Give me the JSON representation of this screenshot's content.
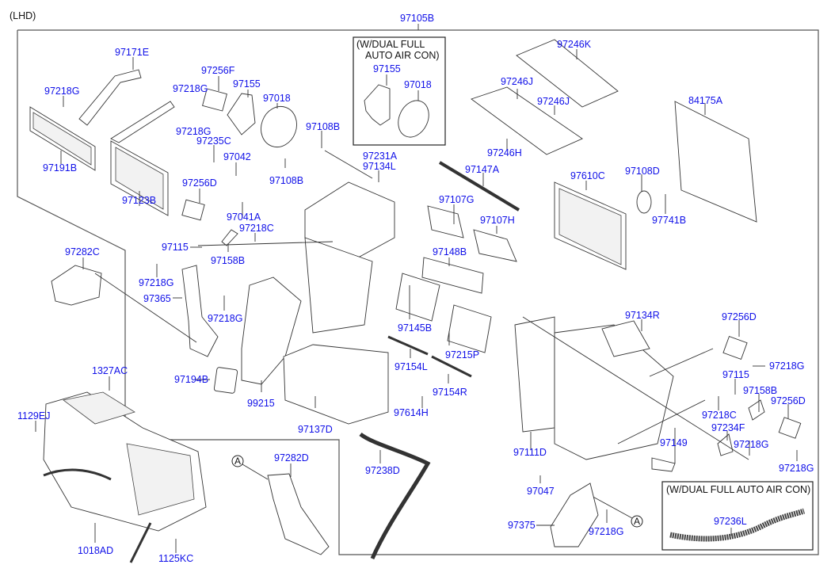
{
  "title": "(LHD)",
  "assembly_label": "97105B",
  "inset_top": {
    "note_line1": "(W/DUAL FULL",
    "note_line2": "AUTO AIR CON)",
    "parts": [
      "97155",
      "97018"
    ]
  },
  "inset_bottom": {
    "note": "(W/DUAL FULL AUTO AIR CON)",
    "parts": [
      "97236L"
    ]
  },
  "reference_marker": "A",
  "parts": [
    {
      "id": "p1",
      "label": "97171E"
    },
    {
      "id": "p2",
      "label": "97218G"
    },
    {
      "id": "p3",
      "label": "97191B"
    },
    {
      "id": "p4",
      "label": "97218G"
    },
    {
      "id": "p5",
      "label": "97256F"
    },
    {
      "id": "p6",
      "label": "97155"
    },
    {
      "id": "p7",
      "label": "97018"
    },
    {
      "id": "p8",
      "label": "97218G"
    },
    {
      "id": "p9",
      "label": "97235C"
    },
    {
      "id": "p10",
      "label": "97042"
    },
    {
      "id": "p11",
      "label": "97108B"
    },
    {
      "id": "p12",
      "label": "97108B"
    },
    {
      "id": "p13",
      "label": "97123B"
    },
    {
      "id": "p14",
      "label": "97256D"
    },
    {
      "id": "p15",
      "label": "97041A"
    },
    {
      "id": "p16",
      "label": "97218C"
    },
    {
      "id": "p17",
      "label": "97115"
    },
    {
      "id": "p18",
      "label": "97158B"
    },
    {
      "id": "p19",
      "label": "97231A"
    },
    {
      "id": "p20",
      "label": "97134L"
    },
    {
      "id": "p21",
      "label": "97282C"
    },
    {
      "id": "p22",
      "label": "97218G"
    },
    {
      "id": "p23",
      "label": "97365"
    },
    {
      "id": "p24",
      "label": "97218G"
    },
    {
      "id": "p25",
      "label": "97246K"
    },
    {
      "id": "p26",
      "label": "97246J"
    },
    {
      "id": "p27",
      "label": "97246J"
    },
    {
      "id": "p28",
      "label": "97246H"
    },
    {
      "id": "p29",
      "label": "97147A"
    },
    {
      "id": "p30",
      "label": "97107G"
    },
    {
      "id": "p31",
      "label": "97107H"
    },
    {
      "id": "p32",
      "label": "97148B"
    },
    {
      "id": "p33",
      "label": "97145B"
    },
    {
      "id": "p34",
      "label": "97215P"
    },
    {
      "id": "p35",
      "label": "97154L"
    },
    {
      "id": "p36",
      "label": "97154R"
    },
    {
      "id": "p37",
      "label": "84175A"
    },
    {
      "id": "p38",
      "label": "97610C"
    },
    {
      "id": "p39",
      "label": "97108D"
    },
    {
      "id": "p40",
      "label": "97741B"
    },
    {
      "id": "p41",
      "label": "97134R"
    },
    {
      "id": "p42",
      "label": "97256D"
    },
    {
      "id": "p43",
      "label": "97218G"
    },
    {
      "id": "p44",
      "label": "97115"
    },
    {
      "id": "p45",
      "label": "97158B"
    },
    {
      "id": "p46",
      "label": "97256D"
    },
    {
      "id": "p47",
      "label": "97218C"
    },
    {
      "id": "p48",
      "label": "97234F"
    },
    {
      "id": "p49",
      "label": "97218G"
    },
    {
      "id": "p50",
      "label": "97218G"
    },
    {
      "id": "p51",
      "label": "97149"
    },
    {
      "id": "p52",
      "label": "97111D"
    },
    {
      "id": "p53",
      "label": "97047"
    },
    {
      "id": "p54",
      "label": "97375"
    },
    {
      "id": "p55",
      "label": "97218G"
    },
    {
      "id": "p56",
      "label": "97194B"
    },
    {
      "id": "p57",
      "label": "99215"
    },
    {
      "id": "p58",
      "label": "97137D"
    },
    {
      "id": "p59",
      "label": "97614H"
    },
    {
      "id": "p60",
      "label": "97238D"
    },
    {
      "id": "p61",
      "label": "97282D"
    },
    {
      "id": "p62",
      "label": "1327AC"
    },
    {
      "id": "p63",
      "label": "1129EJ"
    },
    {
      "id": "p64",
      "label": "1018AD"
    },
    {
      "id": "p65",
      "label": "1125KC"
    }
  ]
}
